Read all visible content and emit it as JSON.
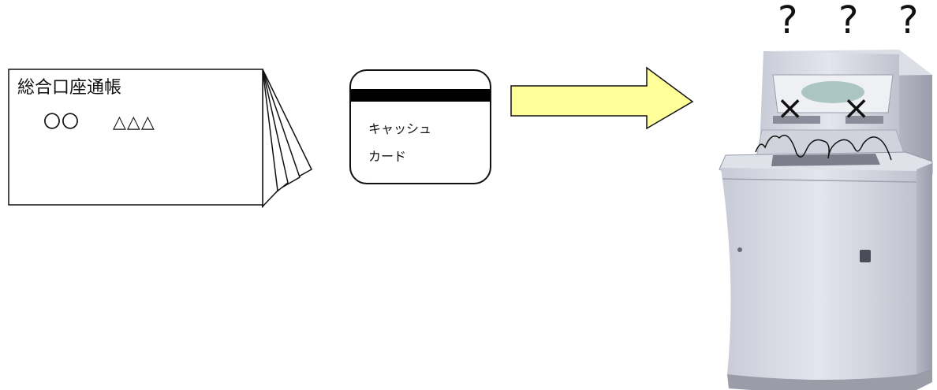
{
  "passbook": {
    "title": "総合口座通帳",
    "name_part1": "〇〇",
    "name_part2": "△△△"
  },
  "card": {
    "line1": "キャッシュ",
    "line2": "カード"
  },
  "atm": {
    "question_marks": [
      "?",
      "?",
      "?"
    ],
    "error_marks": [
      "×",
      "×"
    ]
  },
  "colors": {
    "arrow_fill": "#ffff99",
    "outline": "#111111",
    "card_stripe": "#000000",
    "atm_body": "#d4d6e0",
    "atm_shadow": "#b2b4c0"
  }
}
